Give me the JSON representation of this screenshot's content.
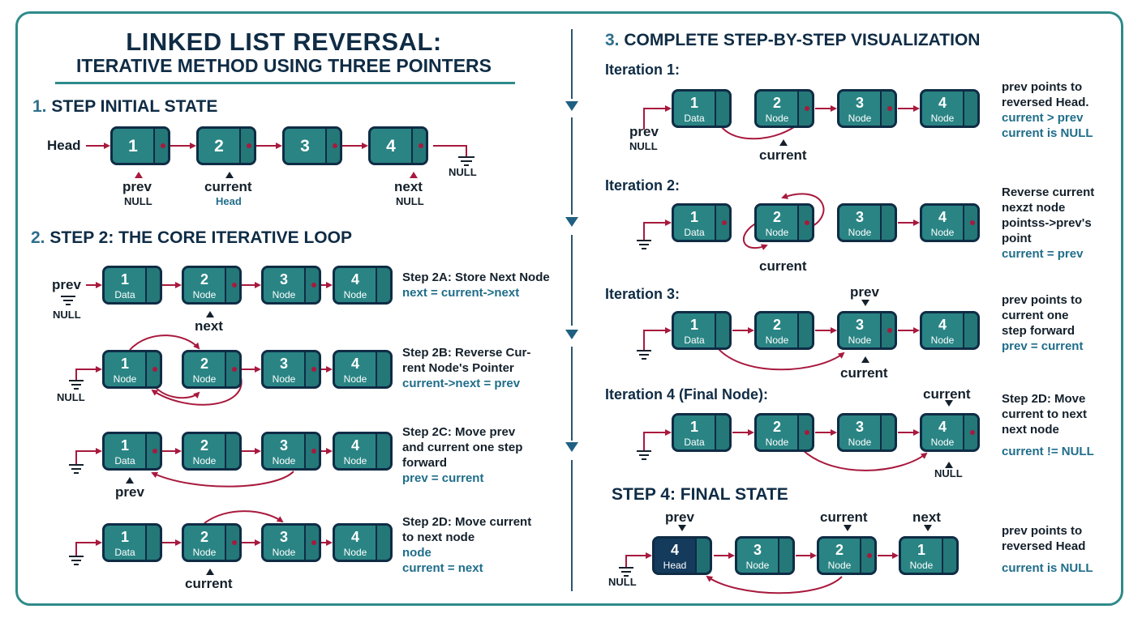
{
  "title": {
    "line1": "LINKED LIST REVERSAL:",
    "line2": "ITERATIVE METHOD USING THREE POINTERS"
  },
  "sections": {
    "s1": {
      "num": "1.",
      "text": "STEP INITIAL STATE"
    },
    "s2": {
      "num": "2.",
      "text": "STEP 2: THE CORE ITERATIVE LOOP"
    },
    "s3": {
      "num": "3.",
      "text": "COMPLETE STEP-BY-STEP VISUALIZATION"
    },
    "s4": {
      "text": "STEP 4: FINAL STATE"
    }
  },
  "labels": {
    "head": "Head",
    "prev": "prev",
    "current": "current",
    "next": "next",
    "null": "NULL",
    "head_under": "Head"
  },
  "node_labels": {
    "data": "Data",
    "node": "Node",
    "head": "Head"
  },
  "node_values": [
    "1",
    "2",
    "3",
    "4"
  ],
  "steps": {
    "s2a": {
      "title": "Step 2A: Store Next Node",
      "code": "next = current->next"
    },
    "s2b": {
      "line1": "Step 2B: Reverse Cur-",
      "line2": "rent Node's Pointer",
      "code": "current->next = prev"
    },
    "s2c": {
      "line1": "Step 2C: Move prev",
      "line2": "and current one step",
      "line3": "forward",
      "code": "prev = current"
    },
    "s2d": {
      "line1": "Step 2D: Move current",
      "line2": "to next node",
      "line3": "node",
      "code": "current = next"
    }
  },
  "iterations": {
    "i1": {
      "title": "Iteration 1:",
      "d1": "prev points to",
      "d2": "reversed Head.",
      "c1": "current > prev",
      "c2": "current is NULL"
    },
    "i2": {
      "title": "Iteration 2:",
      "d1": "Reverse current",
      "d2": "nexzt node",
      "d3": "pointss->prev's",
      "d4": "point",
      "c1": "current = prev"
    },
    "i3": {
      "title": "Iteration 3:",
      "d1": "prev points to",
      "d2": "current one",
      "d3": "step forward",
      "c1": "prev = current"
    },
    "i4": {
      "title": "Iteration 4 (Final Node):",
      "d1": "Step 2D: Move",
      "d2": "current to next",
      "d3": "next node",
      "c1": "current != NULL"
    }
  },
  "final": {
    "d1": "prev points to",
    "d2": "reversed Head",
    "c1": "current is NULL",
    "values": [
      "4",
      "3",
      "2",
      "1"
    ]
  },
  "colors": {
    "teal": "#2a8484",
    "navy": "#0f2c45",
    "arrow": "#a8193d",
    "accent": "#1f6d8a",
    "border": "#2f8a8a"
  }
}
